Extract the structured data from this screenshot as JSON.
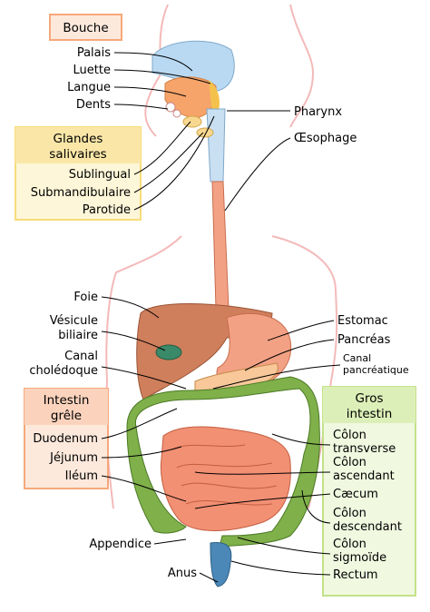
{
  "groups": {
    "bouche": "Bouche",
    "glandes_line1": "Glandes",
    "glandes_line2": "salivaires",
    "intestin_line1": "Intestin",
    "intestin_line2": "grêle",
    "gros_line1": "Gros",
    "gros_line2": "intestin"
  },
  "labels": {
    "palais": "Palais",
    "luette": "Luette",
    "langue": "Langue",
    "dents": "Dents",
    "sublingual": "Sublingual",
    "submandibulaire": "Submandibulaire",
    "parotide": "Parotide",
    "pharynx": "Pharynx",
    "oesophage": "Œsophage",
    "foie": "Foie",
    "vesicule_1": "Vésicule",
    "vesicule_2": "biliaire",
    "canal_chol_1": "Canal",
    "canal_chol_2": "cholédoque",
    "estomac": "Estomac",
    "pancreas": "Pancréas",
    "canal_panc_1": "Canal",
    "canal_panc_2": "pancréatique",
    "duodenum": "Duodenum",
    "jejunum": "Jéjunum",
    "ileum": "Iléum",
    "colon_transverse_1": "Côlon",
    "colon_transverse_2": "transverse",
    "colon_ascendant_1": "Côlon",
    "colon_ascendant_2": "ascendant",
    "caecum": "Cæcum",
    "colon_descendant_1": "Côlon",
    "colon_descendant_2": "descendant",
    "colon_sigmoide_1": "Côlon",
    "colon_sigmoide_2": "sigmoïde",
    "rectum": "Rectum",
    "appendice": "Appendice",
    "anus": "Anus"
  },
  "colors": {
    "box_orange_border": "#f6a87a",
    "box_orange_fill": "#fde9dc",
    "box_yellow_border": "#f7dc7a",
    "box_yellow_fill": "#fdf6d8",
    "box_green_border": "#c3e28a",
    "box_green_fill": "#f0f8e0",
    "body_outline": "#f4b9b9",
    "liver": "#cf7f5c",
    "stomach": "#f3a184",
    "small_intestine": "#f29074",
    "large_intestine": "#7fb04a",
    "gallbladder": "#3a8a6a",
    "esophagus": "#f3a184",
    "palate": "#b9d9f2",
    "tongue": "#f6a46a",
    "rectum": "#4b88b8"
  }
}
